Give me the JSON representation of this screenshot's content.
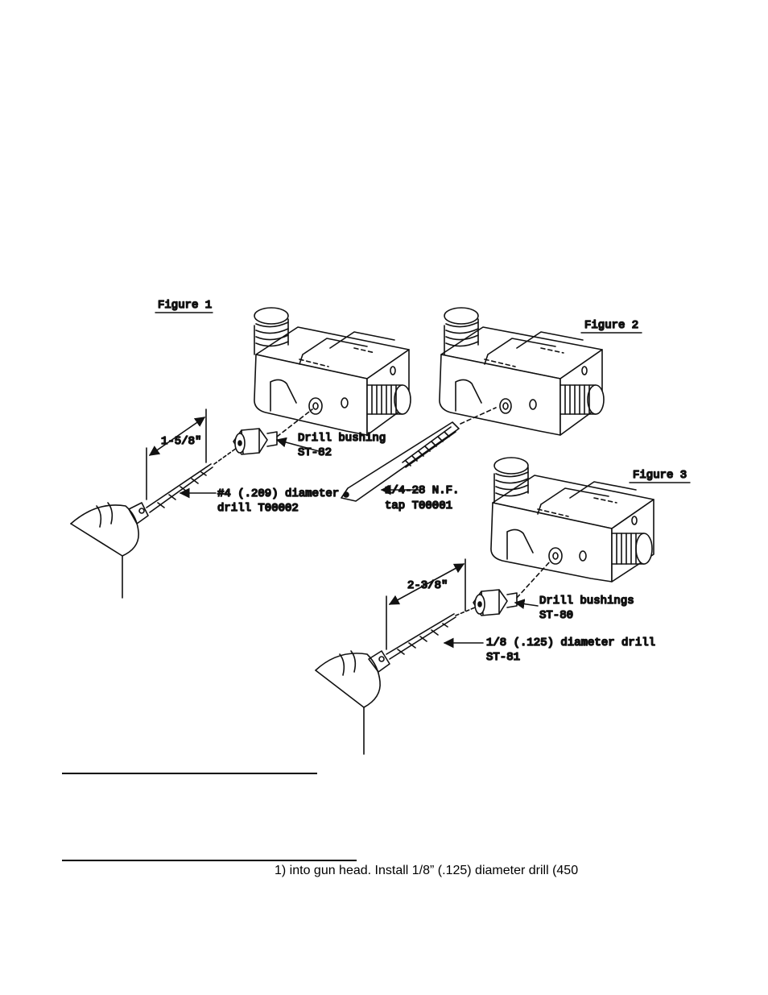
{
  "figure1": {
    "title": "Figure 1",
    "dimension": "1-5/8\"",
    "bushing_label_1": "Drill bushing",
    "bushing_label_2": "ST-82",
    "drill_label_1": "#4 (.209) diameter",
    "drill_label_2": "drill T00002"
  },
  "figure2": {
    "title": "Figure 2",
    "tap_label_1": "1/4-28 N.F.",
    "tap_label_2": "tap T00001"
  },
  "figure3": {
    "title": "Figure 3",
    "dimension": "2-3/8\"",
    "bushing_label_1": "Drill bushings",
    "bushing_label_2": "ST-80",
    "drill_label_1": "1/8 (.125) diameter drill",
    "drill_label_2": "ST-81"
  },
  "text": {
    "partial_line": "1) into gun head. Install 1/8” (.125) diameter drill (450"
  }
}
